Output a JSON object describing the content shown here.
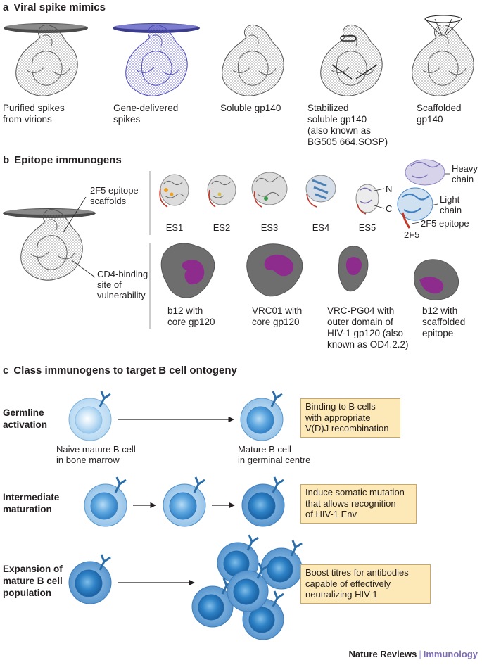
{
  "sections": {
    "a": {
      "letter": "a",
      "title": "Viral spike mimics"
    },
    "b": {
      "letter": "b",
      "title": "Epitope immunogens"
    },
    "c": {
      "letter": "c",
      "title": "Class immunogens to target B cell ontogeny"
    }
  },
  "spikes": [
    {
      "caption": "Purified spikes\nfrom virions"
    },
    {
      "caption": "Gene-delivered\nspikes"
    },
    {
      "caption": "Soluble gp140"
    },
    {
      "caption": "Stabilized\nsoluble gp140\n(also known as\nBG505 664.SOSP)"
    },
    {
      "caption": "Scaffolded\ngp140"
    }
  ],
  "epitope": {
    "scaffold_callout": "2F5 epitope\nscaffolds",
    "cd4_callout": "CD4-binding\nsite of\nvulnerability",
    "scaffolds": [
      "ES1",
      "ES2",
      "ES3",
      "ES4",
      "ES5"
    ],
    "antibody": {
      "heavy": "Heavy\nchain",
      "light": "Light\nchain",
      "epitope": "2F5 epitope",
      "name": "2F5",
      "n_term": "N",
      "c_term": "C"
    },
    "surfaces": [
      {
        "caption": "b12 with\ncore gp120"
      },
      {
        "caption": "VRC01 with\ncore gp120"
      },
      {
        "caption": "VRC-PG04 with\nouter domain of\nHIV-1 gp120 (also\nknown as OD4.2.2)"
      },
      {
        "caption": "b12 with\nscaffolded\nepitope"
      }
    ]
  },
  "ontogeny": {
    "rows": [
      {
        "label": "Germline\nactivation",
        "cell1": "Naive mature B cell\nin bone marrow",
        "cell2": "Mature B cell\nin germinal centre",
        "note": "Binding to B cells\nwith appropriate\nV(D)J recombination"
      },
      {
        "label": "Intermediate\nmaturation",
        "note": "Induce somatic mutation\nthat allows recognition\nof HIV-1 Env"
      },
      {
        "label": "Expansion of\nmature B cell\npopulation",
        "note": "Boost titres for antibodies\ncapable of effectively\nneutralizing HIV-1"
      }
    ]
  },
  "footer": {
    "publisher": "Nature Reviews",
    "separator": "|",
    "journal": "Immunology"
  },
  "colors": {
    "membrane": "#4a4a4a",
    "spike_gray": "#8c8c8c",
    "spike_blue": "#6f6fd0",
    "surface_gray": "#6d6d6d",
    "surface_magenta": "#8e2c8e",
    "cell_light": "#c9e3f6",
    "cell_mid": "#5aa3dc",
    "cell_dark": "#1f6fb4",
    "note_fill": "#fde9b8",
    "journal": "#7d6db6"
  }
}
